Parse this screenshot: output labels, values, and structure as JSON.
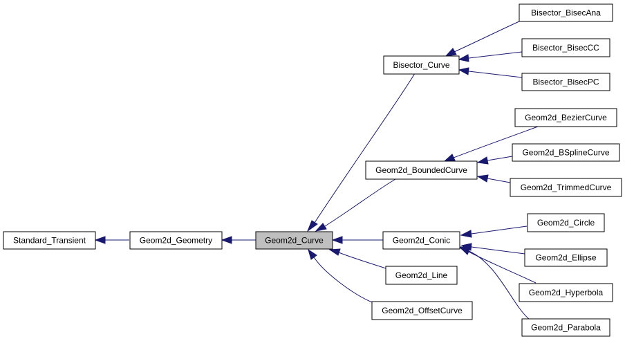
{
  "diagram": {
    "colors": {
      "edge": "#191970",
      "highlight_fill": "#bfbfbf",
      "node_border": "#000000"
    },
    "highlighted_node": "geom2d-curve",
    "nodes": [
      {
        "id": "standard-transient",
        "label": "Standard_Transient"
      },
      {
        "id": "geom2d-geometry",
        "label": "Geom2d_Geometry"
      },
      {
        "id": "geom2d-curve",
        "label": "Geom2d_Curve"
      },
      {
        "id": "bisector-curve",
        "label": "Bisector_Curve"
      },
      {
        "id": "geom2d-boundedcurve",
        "label": "Geom2d_BoundedCurve"
      },
      {
        "id": "geom2d-conic",
        "label": "Geom2d_Conic"
      },
      {
        "id": "geom2d-line",
        "label": "Geom2d_Line"
      },
      {
        "id": "geom2d-offsetcurve",
        "label": "Geom2d_OffsetCurve"
      },
      {
        "id": "bisector-bisecana",
        "label": "Bisector_BisecAna"
      },
      {
        "id": "bisector-biseccc",
        "label": "Bisector_BisecCC"
      },
      {
        "id": "bisector-bisecpc",
        "label": "Bisector_BisecPC"
      },
      {
        "id": "geom2d-beziercurve",
        "label": "Geom2d_BezierCurve"
      },
      {
        "id": "geom2d-bsplinecurve",
        "label": "Geom2d_BSplineCurve"
      },
      {
        "id": "geom2d-trimmedcurve",
        "label": "Geom2d_TrimmedCurve"
      },
      {
        "id": "geom2d-circle",
        "label": "Geom2d_Circle"
      },
      {
        "id": "geom2d-ellipse",
        "label": "Geom2d_Ellipse"
      },
      {
        "id": "geom2d-hyperbola",
        "label": "Geom2d_Hyperbola"
      },
      {
        "id": "geom2d-parabola",
        "label": "Geom2d_Parabola"
      }
    ],
    "edges": [
      {
        "from": "geom2d-geometry",
        "to": "standard-transient"
      },
      {
        "from": "geom2d-curve",
        "to": "geom2d-geometry"
      },
      {
        "from": "bisector-curve",
        "to": "geom2d-curve"
      },
      {
        "from": "geom2d-boundedcurve",
        "to": "geom2d-curve"
      },
      {
        "from": "geom2d-conic",
        "to": "geom2d-curve"
      },
      {
        "from": "geom2d-line",
        "to": "geom2d-curve"
      },
      {
        "from": "geom2d-offsetcurve",
        "to": "geom2d-curve"
      },
      {
        "from": "bisector-bisecana",
        "to": "bisector-curve"
      },
      {
        "from": "bisector-biseccc",
        "to": "bisector-curve"
      },
      {
        "from": "bisector-bisecpc",
        "to": "bisector-curve"
      },
      {
        "from": "geom2d-beziercurve",
        "to": "geom2d-boundedcurve"
      },
      {
        "from": "geom2d-bsplinecurve",
        "to": "geom2d-boundedcurve"
      },
      {
        "from": "geom2d-trimmedcurve",
        "to": "geom2d-boundedcurve"
      },
      {
        "from": "geom2d-circle",
        "to": "geom2d-conic"
      },
      {
        "from": "geom2d-ellipse",
        "to": "geom2d-conic"
      },
      {
        "from": "geom2d-hyperbola",
        "to": "geom2d-conic"
      },
      {
        "from": "geom2d-parabola",
        "to": "geom2d-conic"
      }
    ]
  }
}
